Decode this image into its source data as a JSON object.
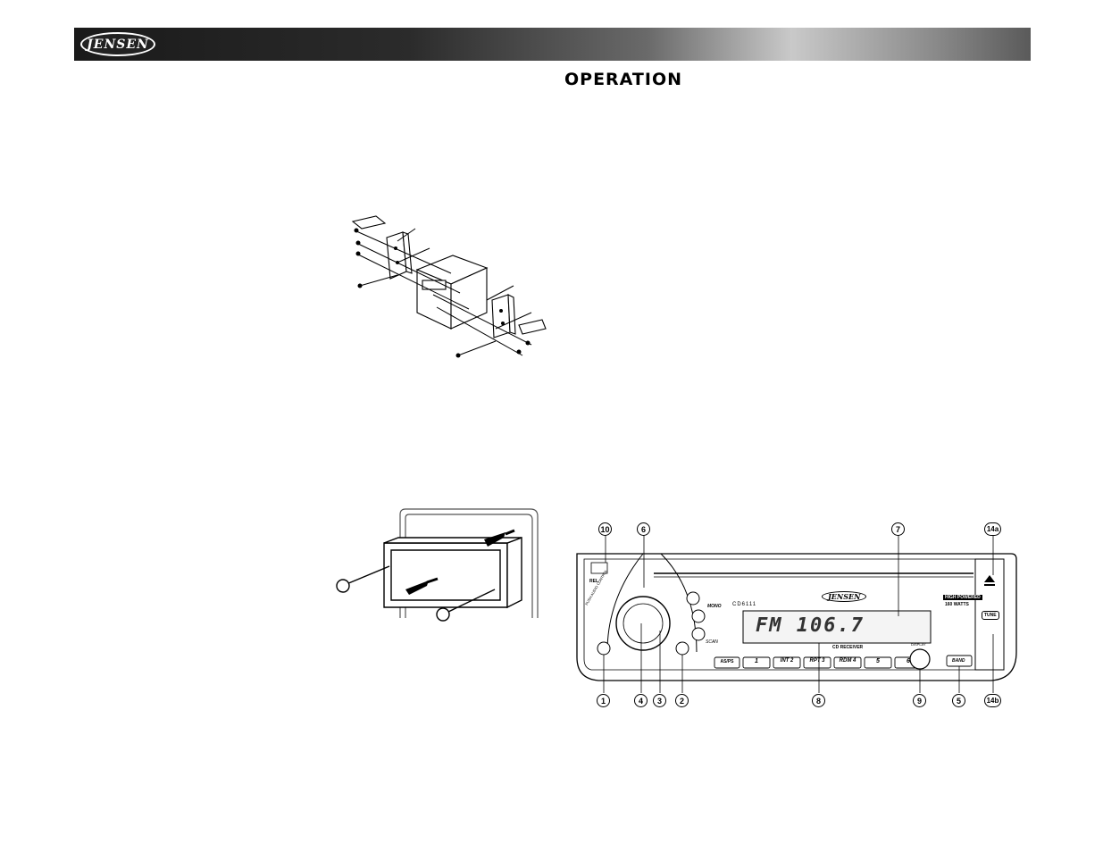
{
  "header": {
    "logo_text": "JENSEN"
  },
  "page": {
    "title": "OPERATION"
  },
  "figures": {
    "iso_mount_kit": {},
    "removal_tools": {},
    "front_panel": {
      "model": "CD6111",
      "brand": "JENSEN",
      "power_badge": "HIGH POWERED",
      "watts": "160 WATTS",
      "label_rel": "REL",
      "label_mono": "MONO",
      "label_scan": "SCAN",
      "label_push": "PUSH",
      "label_audio_control": "AUDIO CONTROL",
      "label_cd_receiver": "CD RECEIVER",
      "label_display": "DISPLAY",
      "label_band": "BAND",
      "label_tune": "TUNE",
      "preset_buttons": [
        "AS/PS",
        "1",
        "INT 2",
        "RPT 3",
        "RDM 4",
        "5",
        "6"
      ],
      "display_text": "FM 106.7",
      "callouts": [
        "10",
        "6",
        "7",
        "14a",
        "1",
        "4",
        "3",
        "2",
        "8",
        "9",
        "5",
        "14b"
      ]
    }
  }
}
